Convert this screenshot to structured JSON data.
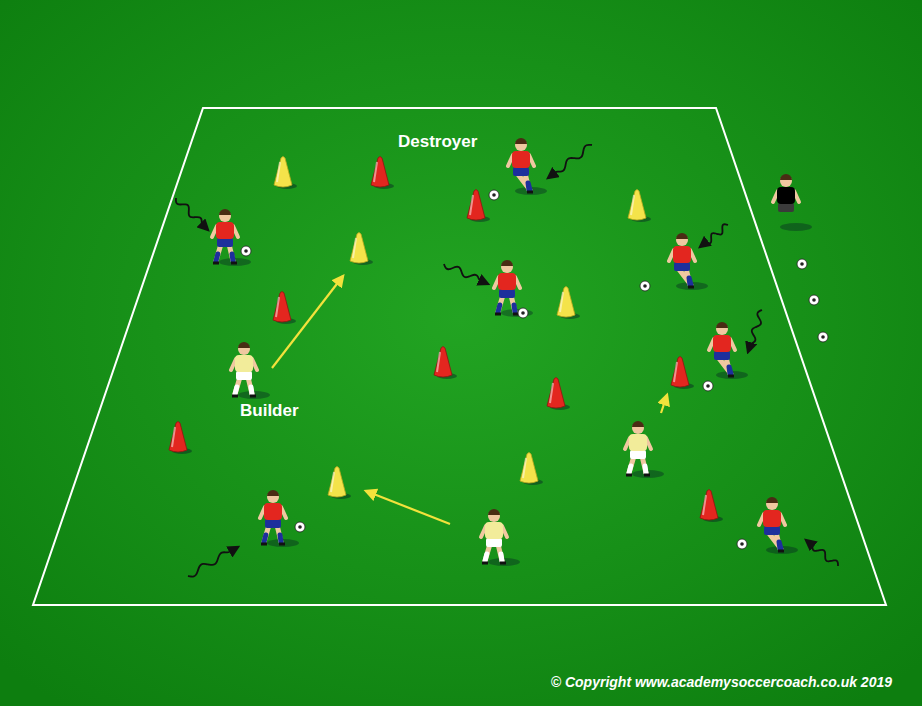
{
  "diagram": {
    "labels": [
      "Destroyer",
      "Builder",
      "© Copyright www.academysoccercoach.co.uk 2019"
    ]
  }
}
